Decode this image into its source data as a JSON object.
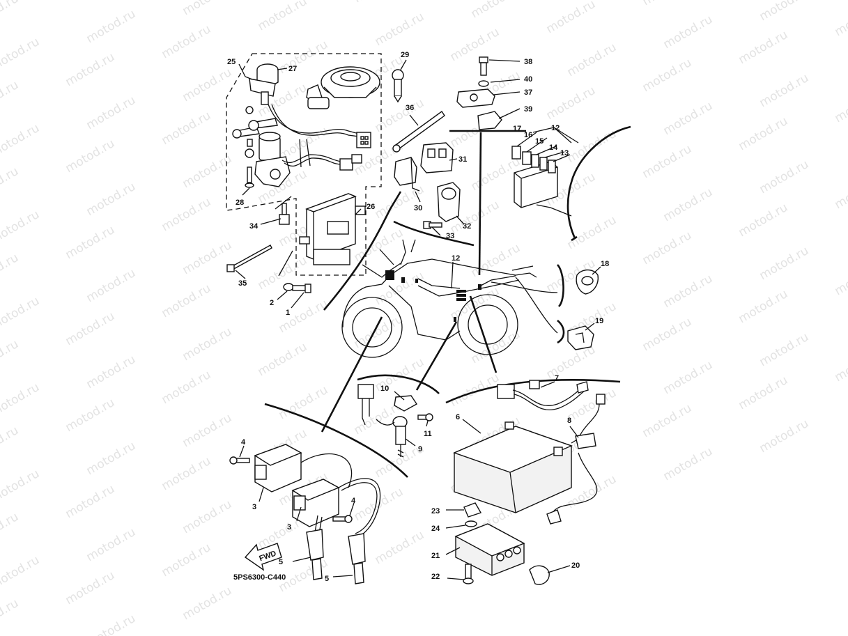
{
  "watermark": {
    "text": "motod.ru",
    "color": "#e3e3e3"
  },
  "diagram_code": "5PS6300-C440",
  "fwd_label": "FWD",
  "callouts": [
    {
      "id": "1",
      "text": "1"
    },
    {
      "id": "2",
      "text": "2"
    },
    {
      "id": "3a",
      "text": "3"
    },
    {
      "id": "3b",
      "text": "3"
    },
    {
      "id": "4a",
      "text": "4"
    },
    {
      "id": "4b",
      "text": "4"
    },
    {
      "id": "5a",
      "text": "5"
    },
    {
      "id": "5b",
      "text": "5"
    },
    {
      "id": "6",
      "text": "6"
    },
    {
      "id": "7",
      "text": "7"
    },
    {
      "id": "8",
      "text": "8"
    },
    {
      "id": "9",
      "text": "9"
    },
    {
      "id": "10",
      "text": "10"
    },
    {
      "id": "11",
      "text": "11"
    },
    {
      "id": "12a",
      "text": "12"
    },
    {
      "id": "12b",
      "text": "12"
    },
    {
      "id": "13",
      "text": "13"
    },
    {
      "id": "14",
      "text": "14"
    },
    {
      "id": "15",
      "text": "15"
    },
    {
      "id": "16",
      "text": "16"
    },
    {
      "id": "17",
      "text": "17"
    },
    {
      "id": "18",
      "text": "18"
    },
    {
      "id": "19",
      "text": "19"
    },
    {
      "id": "20",
      "text": "20"
    },
    {
      "id": "21",
      "text": "21"
    },
    {
      "id": "22",
      "text": "22"
    },
    {
      "id": "23",
      "text": "23"
    },
    {
      "id": "24",
      "text": "24"
    },
    {
      "id": "25",
      "text": "25"
    },
    {
      "id": "26",
      "text": "26"
    },
    {
      "id": "27",
      "text": "27"
    },
    {
      "id": "28",
      "text": "28"
    },
    {
      "id": "29",
      "text": "29"
    },
    {
      "id": "30",
      "text": "30"
    },
    {
      "id": "31",
      "text": "31"
    },
    {
      "id": "32",
      "text": "32"
    },
    {
      "id": "33",
      "text": "33"
    },
    {
      "id": "34",
      "text": "34"
    },
    {
      "id": "35",
      "text": "35"
    },
    {
      "id": "36",
      "text": "36"
    },
    {
      "id": "37",
      "text": "37"
    },
    {
      "id": "38",
      "text": "38"
    },
    {
      "id": "39",
      "text": "39"
    },
    {
      "id": "40",
      "text": "40"
    }
  ]
}
